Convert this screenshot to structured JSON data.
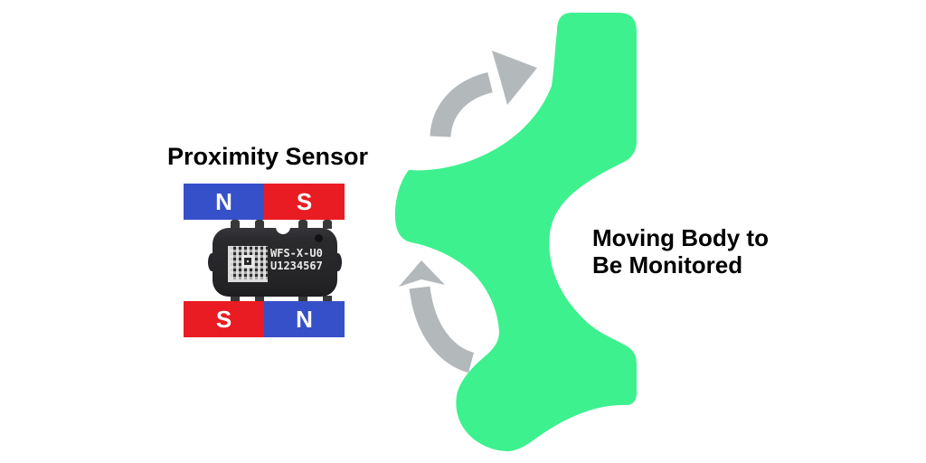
{
  "colors": {
    "green": "#3df18e",
    "arrow_gray": "#b3b8bb",
    "magnet_blue": "#3650c9",
    "magnet_red": "#ea1c23",
    "chip_body": "#2b2b2d",
    "chip_text": "#e9e9e9",
    "text_black": "#000000"
  },
  "sensor": {
    "title": "Proximity Sensor",
    "magnet_top": {
      "left_pole": "N",
      "right_pole": "S"
    },
    "magnet_bottom": {
      "left_pole": "S",
      "right_pole": "N"
    },
    "chip": {
      "part_number": "WFS-X-U0",
      "serial_number": "U1234567"
    }
  },
  "moving_body": {
    "label_line1": "Moving Body to",
    "label_line2": "Be Monitored"
  }
}
